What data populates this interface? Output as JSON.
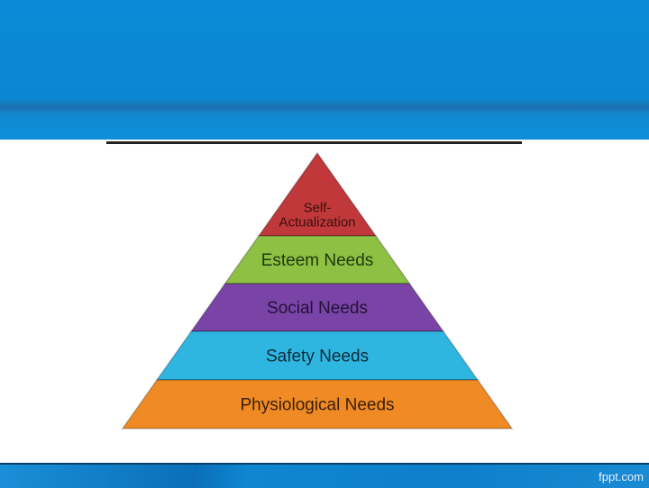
{
  "pyramid": {
    "levels": [
      {
        "label_lines": [
          "Self-",
          "Actualization"
        ],
        "color": "#c0383a"
      },
      {
        "label_lines": [
          "Esteem Needs"
        ],
        "color": "#8dc043"
      },
      {
        "label_lines": [
          "Social Needs"
        ],
        "color": "#7a44a6"
      },
      {
        "label_lines": [
          "Safety Needs"
        ],
        "color": "#2fb6e0"
      },
      {
        "label_lines": [
          "Physiological Needs"
        ],
        "color": "#f08a24"
      }
    ]
  },
  "footer": {
    "brand": "fppt.com"
  }
}
